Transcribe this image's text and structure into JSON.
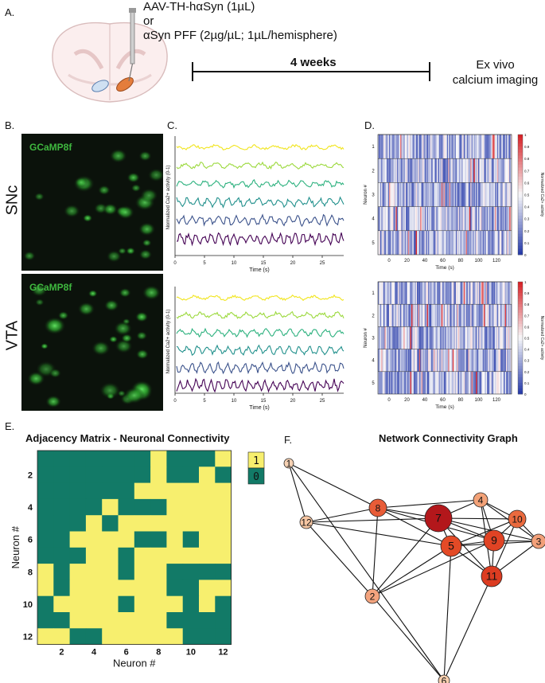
{
  "panelA": {
    "label": "A.",
    "injection_lines": [
      "AAV-TH-hαSyn (1µL)",
      "or",
      "αSyn PFF (2µg/µL; 1µL/hemisphere)"
    ],
    "timeline_label": "4 weeks",
    "endpoint_lines": [
      "Ex vivo",
      "calcium imaging"
    ]
  },
  "panelB": {
    "label": "B.",
    "images": [
      {
        "region": "SNc",
        "tag": "GCaMP8f"
      },
      {
        "region": "VTA",
        "tag": "GCaMP8f"
      }
    ]
  },
  "panelC": {
    "label": "C.",
    "ylabel": "Normalized Ca2+ activity (0-1)",
    "xlabel": "Time (s)",
    "xticks": [
      "0",
      "5",
      "10",
      "15",
      "20",
      "25"
    ],
    "trace_colors": [
      "#f1e51d",
      "#9bd93c",
      "#2cb17e",
      "#21908c",
      "#3b528b",
      "#440154"
    ]
  },
  "panelD": {
    "label": "D.",
    "ylabel": "Neuron #",
    "xlabel": "Time (s)",
    "yticks": [
      "1",
      "2",
      "3",
      "4",
      "5"
    ],
    "xticks": [
      "0",
      "20",
      "40",
      "60",
      "80",
      "100",
      "120"
    ],
    "colorbar_label": "Normalized Ca2+ activity",
    "colorbar_ticks": [
      "1",
      "0.9",
      "0.8",
      "0.7",
      "0.6",
      "0.5",
      "0.4",
      "0.3",
      "0.2",
      "0.1",
      "0"
    ]
  },
  "panelE": {
    "label": "E.",
    "title": "Adjacency Matrix - Neuronal Connectivity",
    "xlabel": "Neuron #",
    "ylabel": "Neuron #",
    "ticks": [
      "2",
      "4",
      "6",
      "8",
      "10",
      "12"
    ],
    "legend": [
      {
        "value": "1",
        "color": "#f7ef6e"
      },
      {
        "value": "0",
        "color": "#127a67"
      }
    ],
    "matrix": [
      [
        0,
        0,
        0,
        0,
        0,
        0,
        0,
        1,
        0,
        0,
        0,
        1
      ],
      [
        0,
        0,
        0,
        0,
        0,
        0,
        0,
        1,
        0,
        0,
        1,
        0
      ],
      [
        0,
        0,
        0,
        0,
        0,
        0,
        1,
        1,
        1,
        1,
        1,
        1
      ],
      [
        0,
        0,
        0,
        0,
        1,
        0,
        0,
        0,
        1,
        1,
        1,
        1
      ],
      [
        0,
        0,
        0,
        1,
        0,
        1,
        1,
        1,
        1,
        1,
        1,
        1
      ],
      [
        0,
        0,
        1,
        1,
        1,
        1,
        0,
        0,
        1,
        0,
        1,
        1
      ],
      [
        0,
        0,
        0,
        1,
        1,
        0,
        1,
        1,
        1,
        1,
        1,
        1
      ],
      [
        1,
        0,
        1,
        1,
        1,
        0,
        1,
        1,
        0,
        0,
        0,
        0
      ],
      [
        1,
        0,
        1,
        1,
        1,
        1,
        1,
        1,
        0,
        0,
        1,
        1
      ],
      [
        0,
        1,
        1,
        1,
        1,
        0,
        1,
        1,
        1,
        0,
        1,
        0
      ],
      [
        0,
        0,
        1,
        1,
        1,
        1,
        1,
        1,
        0,
        0,
        0,
        0
      ],
      [
        1,
        1,
        0,
        0,
        1,
        1,
        1,
        1,
        1,
        0,
        0,
        0
      ]
    ]
  },
  "panelF": {
    "label": "F.",
    "title": "Network Connectivity Graph",
    "nodes": [
      {
        "id": "1",
        "color": "#f7d2b4"
      },
      {
        "id": "2",
        "color": "#f4a47e"
      },
      {
        "id": "3",
        "color": "#f2a079"
      },
      {
        "id": "4",
        "color": "#f3a278"
      },
      {
        "id": "5",
        "color": "#e34a26"
      },
      {
        "id": "6",
        "color": "#f8cfae"
      },
      {
        "id": "7",
        "color": "#b3171b"
      },
      {
        "id": "8",
        "color": "#e85c37"
      },
      {
        "id": "9",
        "color": "#e04324"
      },
      {
        "id": "10",
        "color": "#ea6a3e"
      },
      {
        "id": "11",
        "color": "#dc3c21"
      },
      {
        "id": "12",
        "color": "#f6c6a3"
      }
    ]
  }
}
